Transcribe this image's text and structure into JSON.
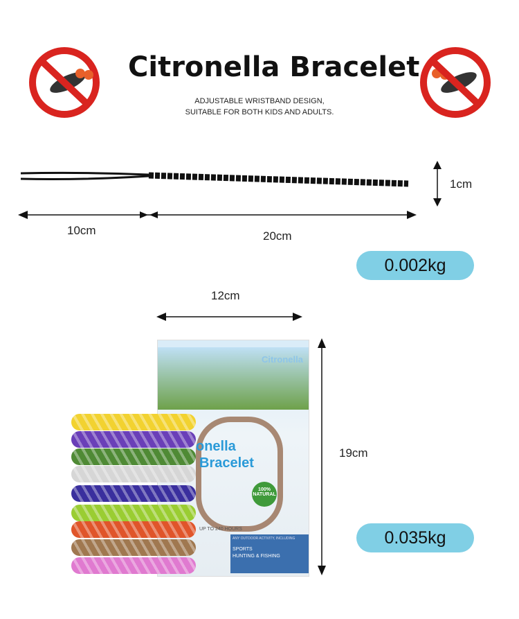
{
  "header": {
    "title": "Citronella Bracelet",
    "subtitle_lines": [
      "ADJUSTABLE WRISTBAND DESIGN,",
      "SUITABLE FOR BOTH KIDS AND ADULTS."
    ]
  },
  "icons": {
    "left": "no-mosquito-icon",
    "right": "no-mosquito-icon"
  },
  "cord_dimensions": {
    "thickness": "1cm",
    "loop_length": "10cm",
    "braid_length": "20cm",
    "weight": "0.002kg"
  },
  "package_dimensions": {
    "width": "12cm",
    "height": "19cm",
    "weight": "0.035kg"
  },
  "package": {
    "brand_top": "Citronella",
    "brand_main_1": "onella",
    "brand_main_2": "Bracelet",
    "badge": "100% NATURAL",
    "duration": "UP TO 240 HOURS",
    "activity_header": "ANY OUTDOOR ACTIVITY, INCLUDING",
    "activities": [
      "SPORTS",
      "HUNTING & FISHING"
    ]
  },
  "colors": {
    "pill": "#80cfe5",
    "bands": [
      "#f2d230",
      "#6a3fb8",
      "#4f8a35",
      "#d6d6d6",
      "#3a2f9e",
      "#9acd32",
      "#e0552a",
      "#a07850",
      "#e07ad0"
    ]
  }
}
